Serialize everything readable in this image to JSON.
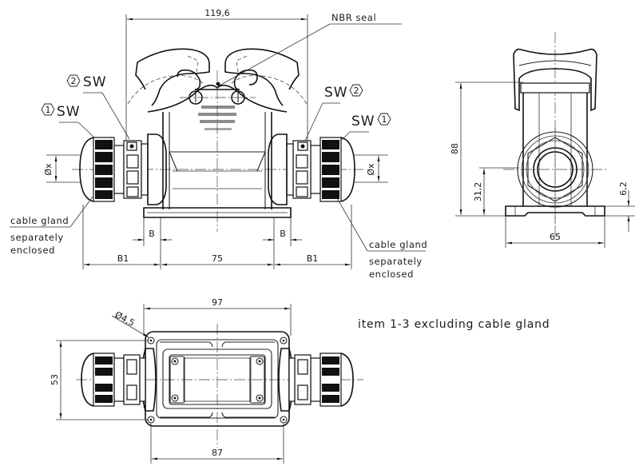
{
  "drawing": {
    "front_view": {
      "width_overall": "119,6",
      "seal_label": "NBR seal",
      "left_callouts": [
        {
          "item": "2",
          "label": "SW"
        },
        {
          "item": "1",
          "label": "SW"
        }
      ],
      "right_callouts": [
        {
          "item": "2",
          "label": "SW"
        },
        {
          "item": "1",
          "label": "SW"
        }
      ],
      "cable_diameter": "Øx",
      "cable_gland_note": [
        "cable gland",
        "separately",
        "enclosed"
      ],
      "dim_B": "B",
      "dim_B1": "B1",
      "dim_center": "75"
    },
    "side_view": {
      "height": "88",
      "axis_height": "31,2",
      "base_height": "6,2",
      "base_width": "65"
    },
    "top_view": {
      "outer_width": "97",
      "hole_pitch_width": "87",
      "height": "53",
      "hole_diameter": "Ø4,5"
    },
    "note": "item 1-3 excluding cable gland"
  },
  "colors": {
    "line": "#1a1a1a",
    "background": "#ffffff"
  }
}
